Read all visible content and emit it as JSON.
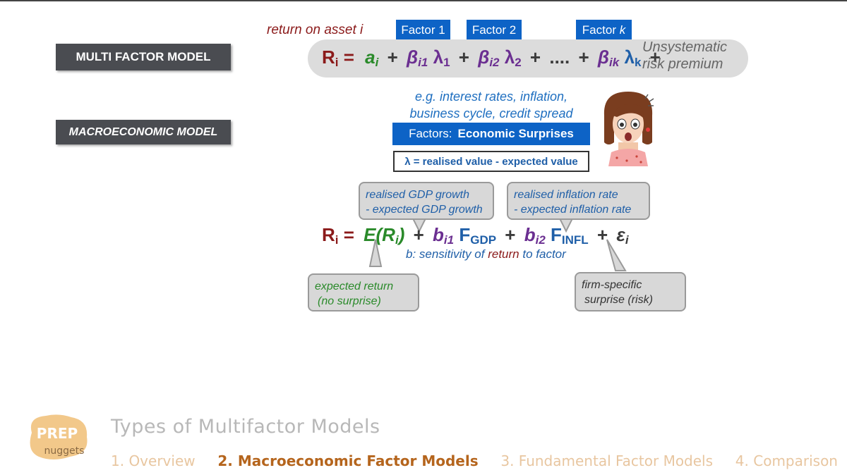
{
  "labels": {
    "multi_factor": "MULTI FACTOR MODEL",
    "macro": "MACROECONOMIC MODEL"
  },
  "top_formula": {
    "annotation": "return on asset i",
    "factor1": "Factor 1",
    "factor2": "Factor 2",
    "factork_prefix": "Factor ",
    "factork_var": "k",
    "R": "R",
    "R_sub": "i",
    "eq": "=",
    "a": "a",
    "a_sub": "i",
    "plus": "+",
    "beta": "β",
    "b1_sub": "i1",
    "lam": "λ",
    "l1_sub": "1",
    "b2_sub": "i2",
    "l2_sub": "2",
    "dots": "....",
    "bk_sub": "ik",
    "lk_sub": "k",
    "unsys1": "Unsystematic",
    "unsys2": "risk premium"
  },
  "macro_section": {
    "example1": "e.g. interest rates, inflation,",
    "example2": "business cycle, credit spread",
    "factors_prefix": "Factors:",
    "factors_bold": "Economic Surprises",
    "lambda_def": "λ = realised value - expected value"
  },
  "callouts": {
    "gdp1": "realised GDP growth",
    "gdp2": "- expected GDP growth",
    "infl1": "realised inflation rate",
    "infl2": "- expected inflation rate",
    "exp1": "expected return",
    "exp2": "(no surprise)",
    "firm1": "firm-specific",
    "firm2": "surprise (risk)"
  },
  "macro_formula": {
    "R": "R",
    "R_sub": "i",
    "eq": "=",
    "E_open": "E(R",
    "E_sub": "i",
    "E_close": ")",
    "plus": "+",
    "b": "b",
    "b1_sub": "i1",
    "F": "F",
    "gdp_sub": "GDP",
    "b2_sub": "i2",
    "infl_sub": "INFL",
    "eps": "ε",
    "eps_sub": "i",
    "sens_prefix": "b: sensitivity of ",
    "sens_word": "return",
    "sens_suffix": " to factor"
  },
  "footer": {
    "logo_top": "PREP",
    "logo_bottom": "nuggets",
    "title": "Types of Multifactor Models",
    "nav": [
      {
        "label": "1. Overview",
        "active": false
      },
      {
        "label": "2. Macroeconomic Factor Models",
        "active": true
      },
      {
        "label": "3. Fundamental Factor Models",
        "active": false
      },
      {
        "label": "4. Comparison",
        "active": false
      }
    ]
  },
  "colors": {
    "accent_blue": "#0d63c6",
    "label_dark": "#4a4c51",
    "nav_active": "#b5651d",
    "nav_inactive": "#e8c6a0",
    "logo": "#f2c88a"
  }
}
